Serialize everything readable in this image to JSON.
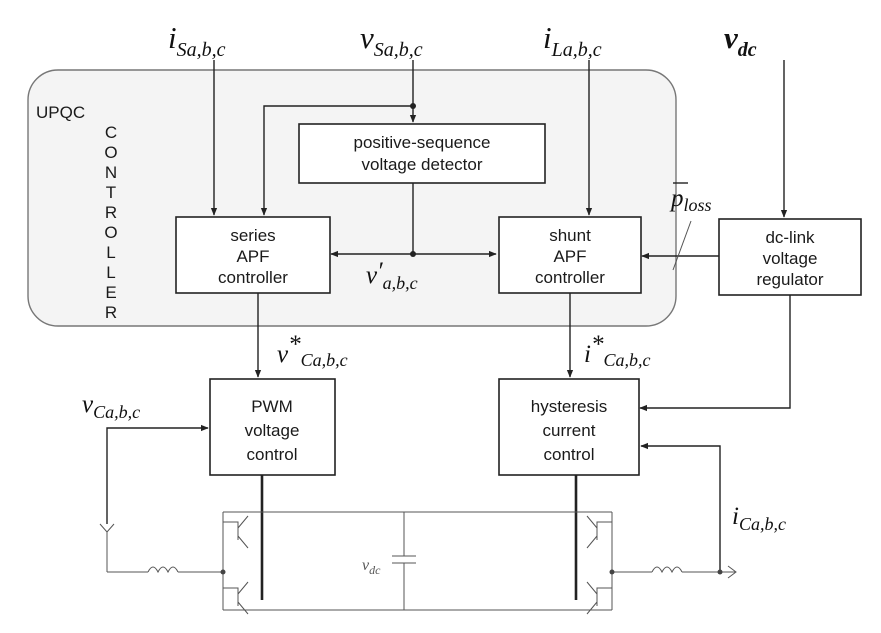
{
  "signals": {
    "i_s": {
      "base": "i",
      "sub": "Sa,b,c"
    },
    "v_s": {
      "base": "v",
      "sub": "Sa,b,c"
    },
    "i_l": {
      "base": "i",
      "sub": "La,b,c"
    },
    "v_dc": {
      "base": "v",
      "sub": "dc"
    },
    "p_loss": {
      "base": "p",
      "sub": "loss"
    },
    "v_prime": {
      "base": "v",
      "prime": "′",
      "sub": "a,b,c"
    },
    "v_ref": {
      "base": "v",
      "star": "*",
      "sub": "Ca,b,c"
    },
    "i_ref": {
      "base": "i",
      "star": "*",
      "sub": "Ca,b,c"
    },
    "v_c": {
      "base": "v",
      "sub": "Ca,b,c"
    },
    "i_c": {
      "base": "i",
      "sub": "Ca,b,c"
    },
    "v_dc_cap": {
      "base": "v",
      "sub": "dc"
    }
  },
  "controller_label": {
    "horizontal": "UPQC",
    "vertical": [
      "C",
      "O",
      "N",
      "T",
      "R",
      "O",
      "L",
      "L",
      "E",
      "R"
    ]
  },
  "blocks": {
    "psd": [
      "positive-sequence",
      "voltage detector"
    ],
    "series": [
      "series",
      "APF",
      "controller"
    ],
    "shunt": [
      "shunt",
      "APF",
      "controller"
    ],
    "dclink": [
      "dc-link",
      "voltage",
      "regulator"
    ],
    "pwm": [
      "PWM",
      "voltage",
      "control"
    ],
    "hyst": [
      "hysteresis",
      "current",
      "control"
    ]
  }
}
